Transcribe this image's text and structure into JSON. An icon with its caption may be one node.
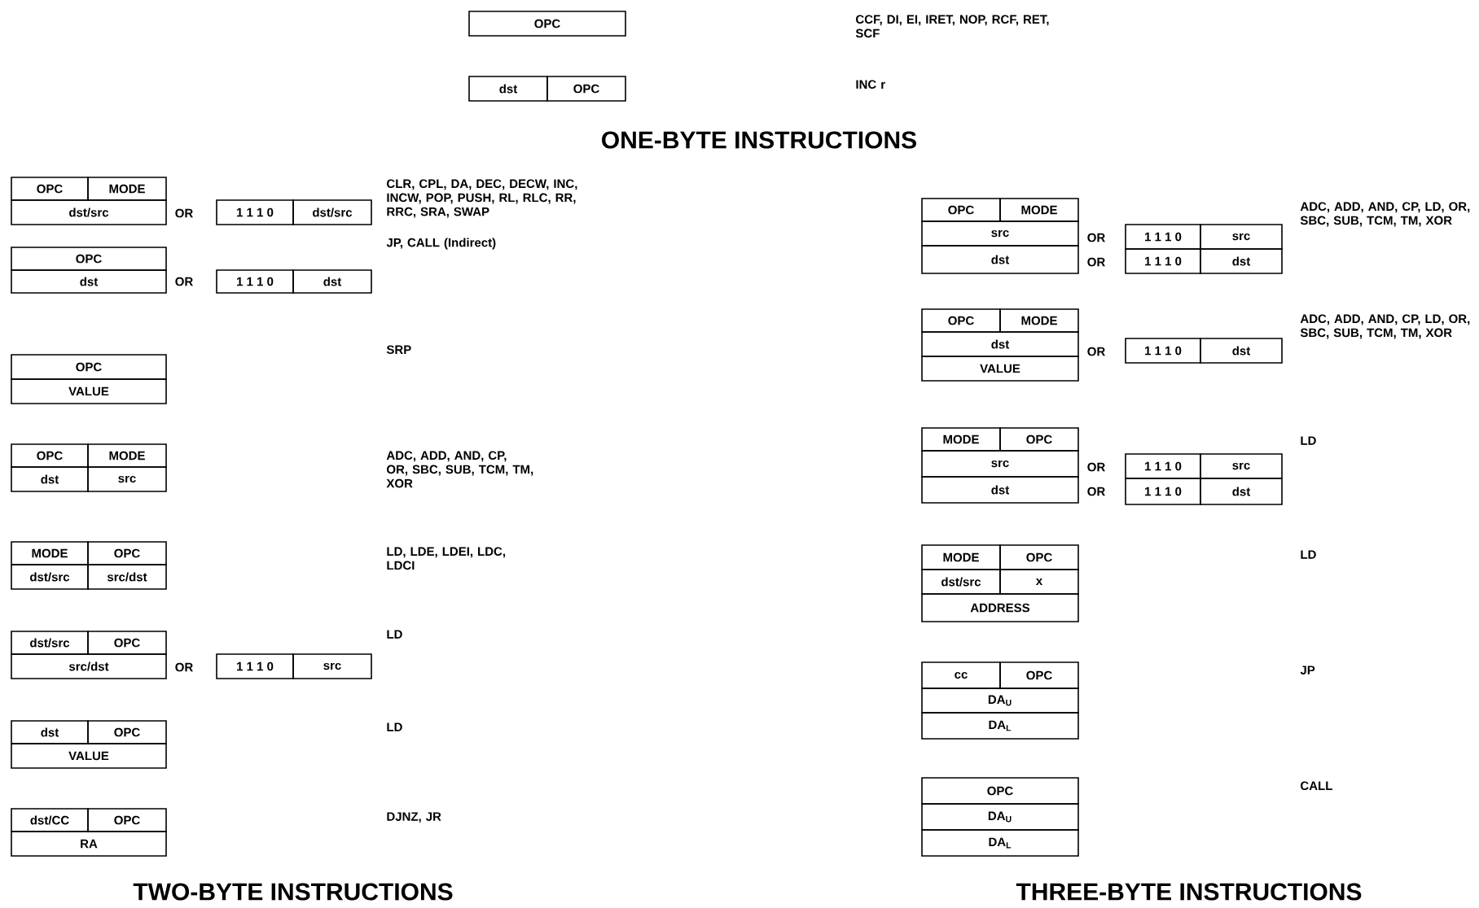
{
  "diagram": {
    "nodes": [
      {
        "text": [
          "OPC"
        ]
      },
      {
        "text": [
          "dst"
        ]
      },
      {
        "text": [
          "OPC"
        ]
      },
      {
        "text": [
          "OPC"
        ]
      },
      {
        "text": [
          "MODE"
        ]
      },
      {
        "text": [
          "dst/src"
        ]
      },
      {
        "text": [
          "1 1 1 0"
        ]
      },
      {
        "text": [
          "dst/src"
        ]
      },
      {
        "text": [
          "OPC"
        ]
      },
      {
        "text": [
          "dst"
        ]
      },
      {
        "text": [
          "1 1 1 0"
        ]
      },
      {
        "text": [
          "dst"
        ]
      },
      {
        "text": [
          "OPC"
        ]
      },
      {
        "text": [
          "VALUE"
        ]
      },
      {
        "text": [
          "OPC"
        ]
      },
      {
        "text": [
          "MODE"
        ]
      },
      {
        "text": [
          "dst"
        ]
      },
      {
        "text": [
          "src"
        ]
      },
      {
        "text": [
          "MODE"
        ]
      },
      {
        "text": [
          "OPC"
        ]
      },
      {
        "text": [
          "dst/src"
        ]
      },
      {
        "text": [
          "src/dst"
        ]
      },
      {
        "text": [
          "dst/src"
        ]
      },
      {
        "text": [
          "OPC"
        ]
      },
      {
        "text": [
          "src/dst"
        ]
      },
      {
        "text": [
          "1 1 1 0"
        ]
      },
      {
        "text": [
          "src"
        ]
      },
      {
        "text": [
          "dst"
        ]
      },
      {
        "text": [
          "OPC"
        ]
      },
      {
        "text": [
          "VALUE"
        ]
      },
      {
        "text": [
          "dst/CC"
        ]
      },
      {
        "text": [
          "OPC"
        ]
      },
      {
        "text": [
          "RA"
        ]
      },
      {
        "text": [
          "OPC"
        ]
      },
      {
        "text": [
          "MODE"
        ]
      },
      {
        "text": [
          "src"
        ]
      },
      {
        "text": [
          "1 1 1 0"
        ]
      },
      {
        "text": [
          "src"
        ]
      },
      {
        "text": [
          "dst"
        ]
      },
      {
        "text": [
          "1 1 1 0"
        ]
      },
      {
        "text": [
          "dst"
        ]
      },
      {
        "text": [
          "OPC"
        ]
      },
      {
        "text": [
          "MODE"
        ]
      },
      {
        "text": [
          "dst"
        ]
      },
      {
        "text": [
          "1 1 1 0"
        ]
      },
      {
        "text": [
          "dst"
        ]
      },
      {
        "text": [
          "VALUE"
        ]
      },
      {
        "text": [
          "MODE"
        ]
      },
      {
        "text": [
          "OPC"
        ]
      },
      {
        "text": [
          "src"
        ]
      },
      {
        "text": [
          "1 1 1 0"
        ]
      },
      {
        "text": [
          "src"
        ]
      },
      {
        "text": [
          "dst"
        ]
      },
      {
        "text": [
          "1 1 1 0"
        ]
      },
      {
        "text": [
          "dst"
        ]
      },
      {
        "text": [
          "MODE"
        ]
      },
      {
        "text": [
          "OPC"
        ]
      },
      {
        "text": [
          "dst/src"
        ]
      },
      {
        "text": [
          "x"
        ]
      },
      {
        "text": [
          "ADDRESS"
        ]
      },
      {
        "text": [
          "cc"
        ]
      },
      {
        "text": [
          "OPC"
        ]
      },
      {
        "text": [
          "DA$_{U}$"
        ]
      },
      {
        "text": [
          "DA$_{L}$"
        ]
      },
      {
        "text": [
          "OPC"
        ]
      },
      {
        "text": [
          "DA$_{U}$"
        ]
      },
      {
        "text": [
          "DA$_{L}$"
        ]
      }
    ],
    "labels": [
      "CCF, DI, EI, IRET, NOP, RCF, RET, SCF",
      "INC r",
      "ONE-BYTE INSTRUCTIONS",
      "OR",
      "CLR, CPL, DA, DEC, DECW, INC, INCW, POP, PUSH, RL, RLC, RR, RRC, SRA, SWAP",
      "OR",
      "JP, CALL (Indirect)",
      "SRP",
      "ADC, ADD, AND, CP, OR, SBC, SUB, TCM, TM, XOR",
      "LD, LDE, LDEI, LDC, LDCI",
      "OR",
      "LD",
      "LD",
      "DJNZ, JR",
      "TWO-BYTE INSTRUCTIONS",
      "ADC, ADD, AND, CP, LD, OR, SBC, SUB, TCM, TM, XOR",
      "OR",
      "OR",
      "ADC, ADD, AND, CP, LD, OR, SBC, SUB, TCM, TM, XOR",
      "OR",
      "LD",
      "OR",
      "OR",
      "LD",
      "JP",
      "CALL",
      "THREE-BYTE INSTRUCTIONS"
    ]
  }
}
